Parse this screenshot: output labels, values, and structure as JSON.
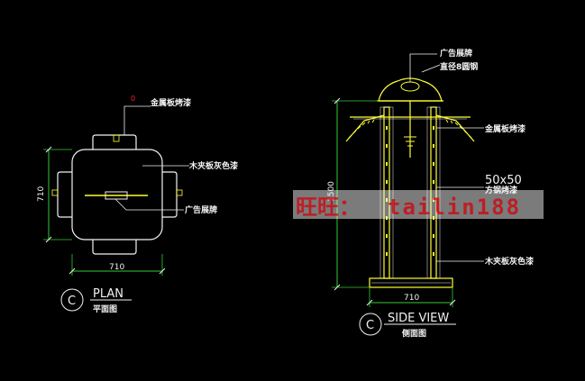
{
  "plan": {
    "labels": {
      "metal_panel": "金属板烤漆",
      "wood_panel": "木夹板灰色漆",
      "ad_display": "广告展牌",
      "small_tag": "0"
    },
    "dim_width": "710",
    "dim_height": "710",
    "title": "PLAN",
    "subtitle": "平面图",
    "marker": "C"
  },
  "side": {
    "labels": {
      "ad_display": "广告展牌",
      "round_steel": "直径8圆钢",
      "metal_panel": "金属板烤漆",
      "tube_size": "50x50",
      "tube_desc": "方钢烤漆",
      "wood_panel": "木夹板灰色漆"
    },
    "dim_width": "710",
    "dim_height": "1500",
    "title": "SIDE VIEW",
    "subtitle": "侧面图",
    "marker": "C"
  },
  "watermark": {
    "brand": "旺旺：",
    "user": "tailin188"
  },
  "colors": {
    "background": "#000000",
    "drawing": "#f2f2f2",
    "yellow": "#ffff33",
    "green": "#33cc33",
    "cyan": "#33cccc",
    "red": "#ff2020",
    "watermark_red": "#d8232a"
  }
}
